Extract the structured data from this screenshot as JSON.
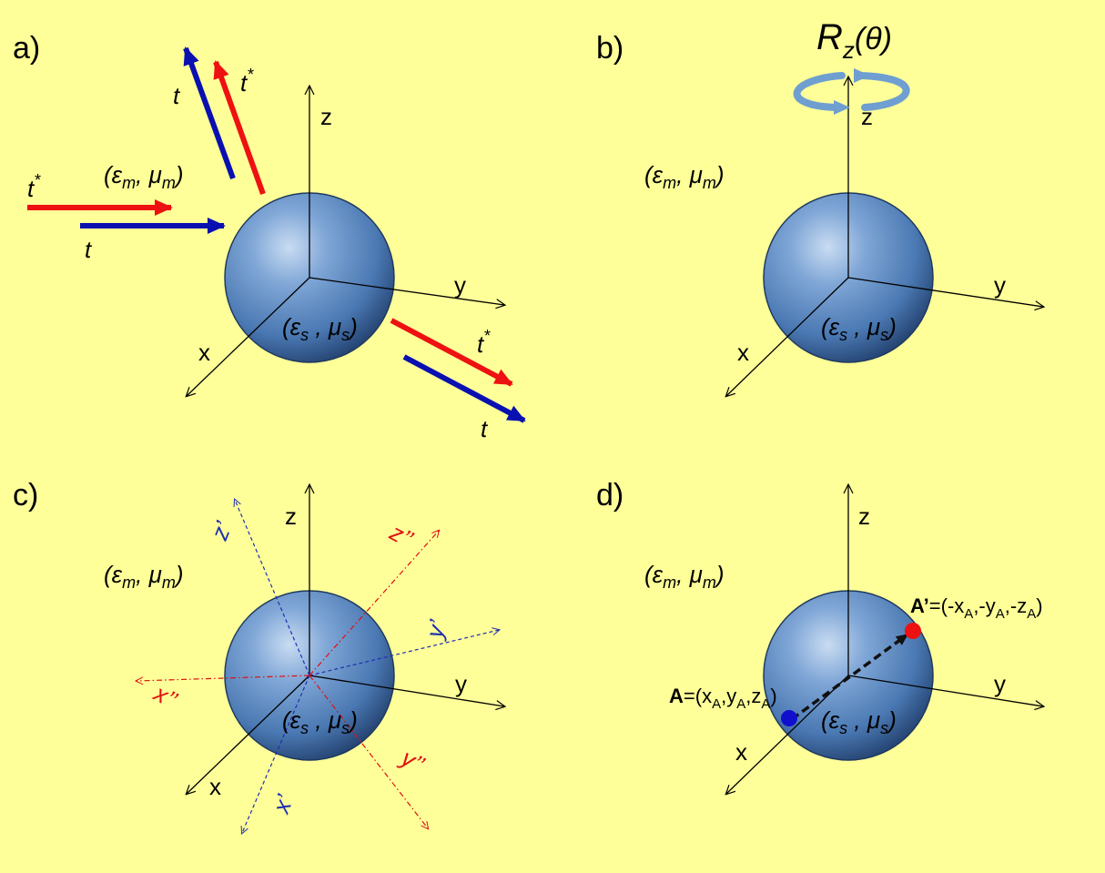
{
  "panels": {
    "a": {
      "label": "a)",
      "axes": {
        "x": "x",
        "y": "y",
        "z": "z"
      },
      "medium": {
        "eps": "ε",
        "eps_sub": "m",
        "sep": ",",
        "mu": "μ",
        "mu_sub": "m"
      },
      "sphere": {
        "eps": "ε",
        "eps_sub": "s",
        "sep": ",",
        "mu": "μ",
        "mu_sub": "s"
      },
      "beam_t": "t",
      "beam_tstar": "t",
      "star": "*"
    },
    "b": {
      "label": "b)",
      "rotation": {
        "R": "R",
        "sub": "z",
        "arg": "(θ)"
      },
      "axes": {
        "x": "x",
        "y": "y",
        "z": "z"
      },
      "medium": {
        "eps": "ε",
        "eps_sub": "m",
        "sep": ",",
        "mu": "μ",
        "mu_sub": "m"
      },
      "sphere": {
        "eps": "ε",
        "eps_sub": "s",
        "sep": ",",
        "mu": "μ",
        "mu_sub": "s"
      }
    },
    "c": {
      "label": "c)",
      "axes": {
        "x": "x",
        "y": "y",
        "z": "z"
      },
      "primed_axes": {
        "x": "x’",
        "y": "y’",
        "z": "z’"
      },
      "double_primed_axes": {
        "x": "x’’",
        "y": "y’’",
        "z": "z’’"
      },
      "medium": {
        "eps": "ε",
        "eps_sub": "m",
        "sep": ",",
        "mu": "μ",
        "mu_sub": "m"
      },
      "sphere": {
        "eps": "ε",
        "eps_sub": "s",
        "sep": ",",
        "mu": "μ",
        "mu_sub": "s"
      }
    },
    "d": {
      "label": "d)",
      "axes": {
        "x": "x",
        "y": "y",
        "z": "z"
      },
      "medium": {
        "eps": "ε",
        "eps_sub": "m",
        "sep": ",",
        "mu": "μ",
        "mu_sub": "m"
      },
      "sphere": {
        "eps": "ε",
        "eps_sub": "s",
        "sep": ",",
        "mu": "μ",
        "mu_sub": "s"
      },
      "point_a": {
        "name": "A",
        "eq": "=(x",
        "s1": "A",
        "c1": ",y",
        "s2": "A",
        "c2": ",z",
        "s3": "A",
        "close": ")"
      },
      "point_a_prime": {
        "name": "A’",
        "eq": "=(-x",
        "s1": "A",
        "c1": ",-y",
        "s2": "A",
        "c2": ",-z",
        "s3": "A",
        "close": ")"
      }
    }
  },
  "colors": {
    "background": "#ffff99",
    "sphere": "#4f7fb8",
    "red_beam": "#ee1111",
    "blue_beam": "#0a10b0",
    "rotation_arrow": "#6f9fd0"
  }
}
